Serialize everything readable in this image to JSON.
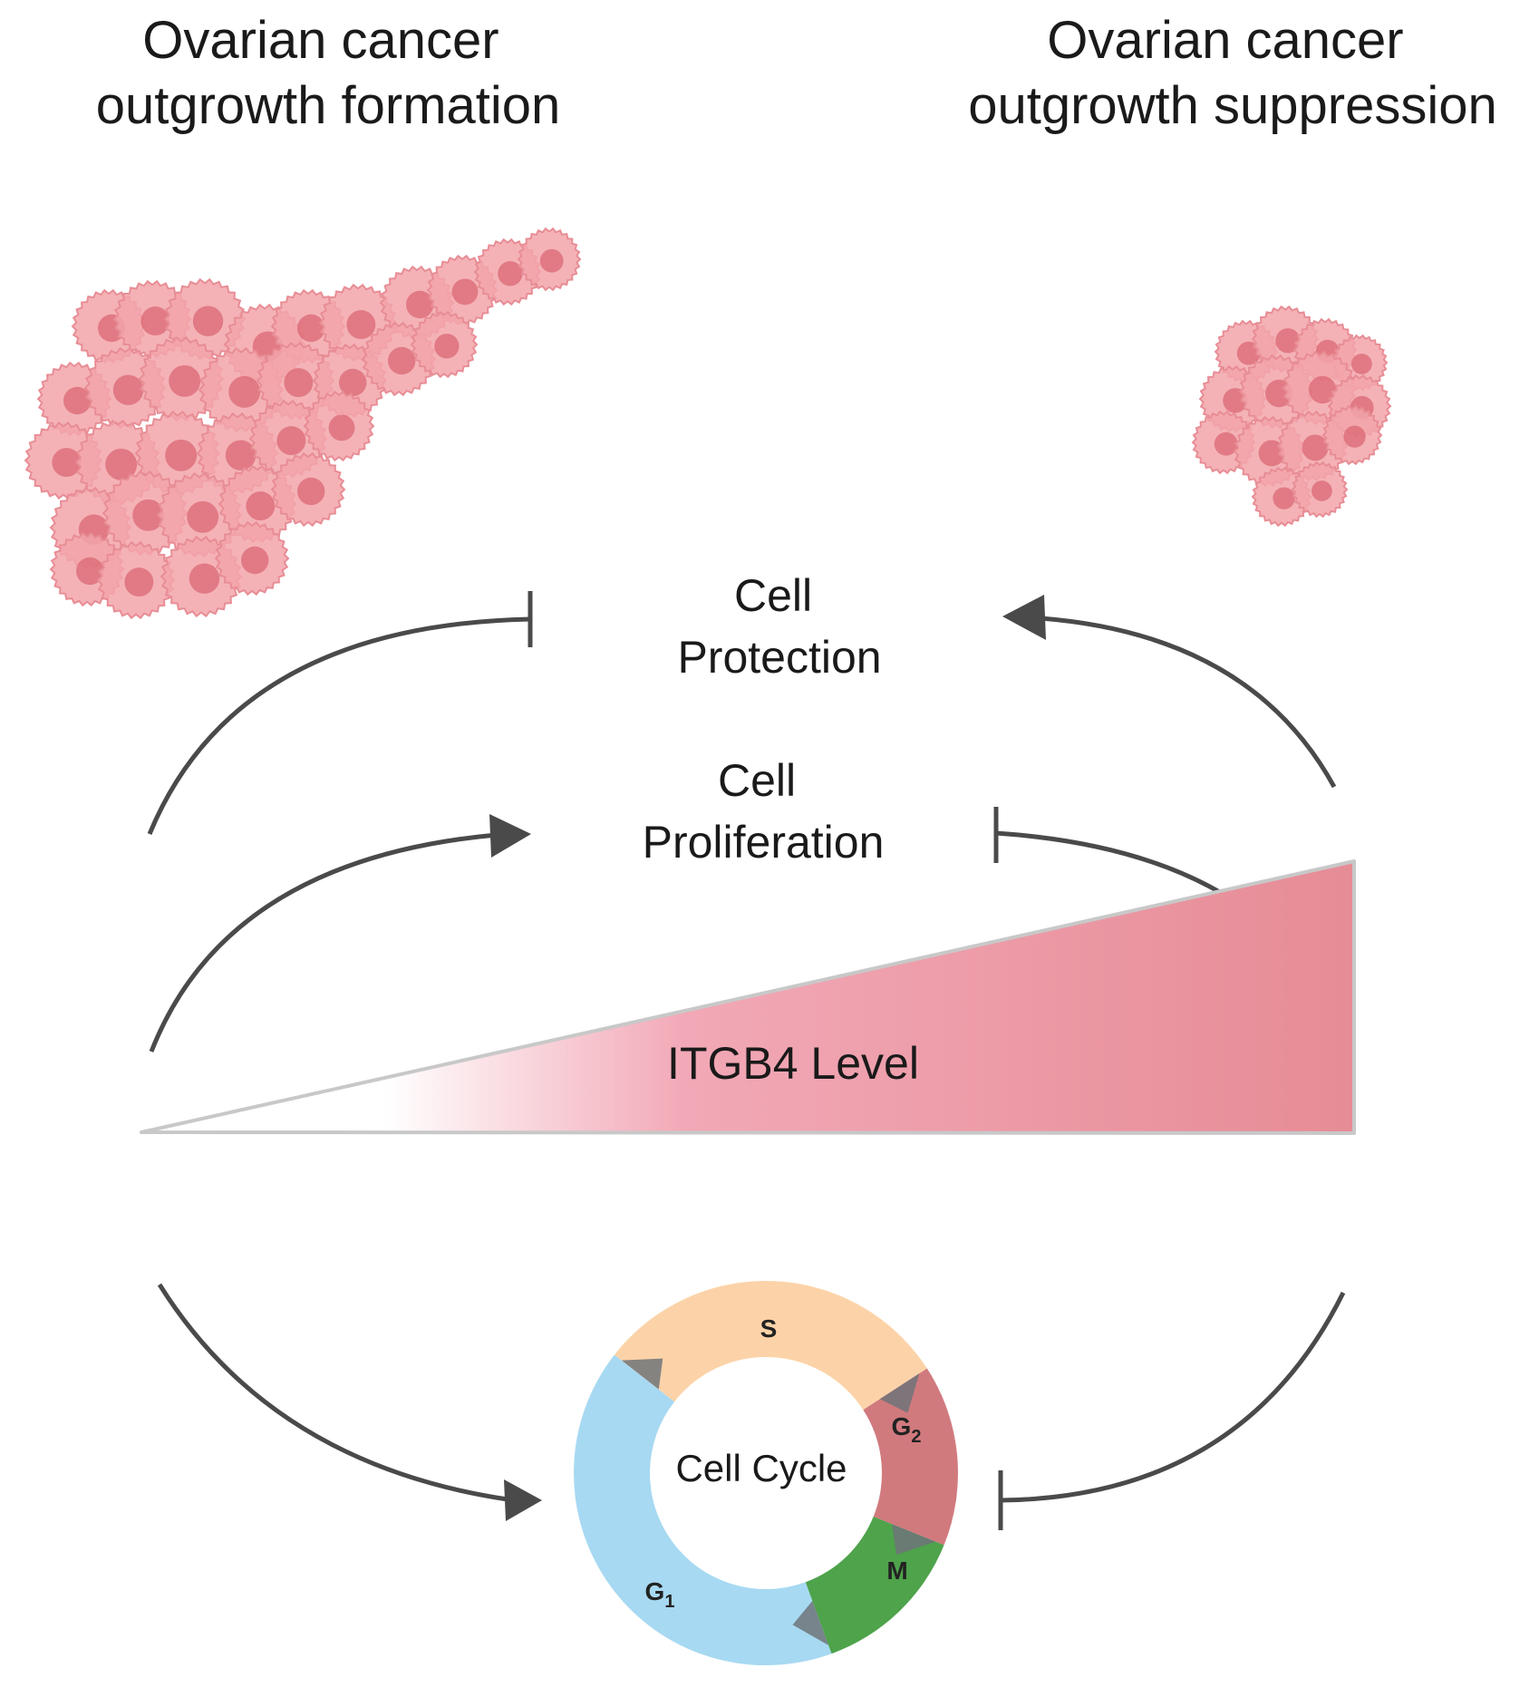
{
  "titles": {
    "left": [
      "Ovarian cancer",
      "outgrowth formation"
    ],
    "right": [
      "Ovarian cancer",
      "outgrowth suppression"
    ]
  },
  "processes": {
    "protection": [
      "Cell",
      "Protection"
    ],
    "proliferation": [
      "Cell",
      "Proliferation"
    ]
  },
  "gradient": {
    "label": "ITGB4 Level",
    "color_low": "#ffffff",
    "color_high": "#e68c96"
  },
  "cell_cycle": {
    "center_label": "Cell Cycle",
    "phases": [
      {
        "id": "g1",
        "main": "G",
        "sub": "1",
        "color": "#a7d9f2"
      },
      {
        "id": "s",
        "main": "S",
        "sub": "",
        "color": "#fcd3a8"
      },
      {
        "id": "g2",
        "main": "G",
        "sub": "2",
        "color": "#d17a7e"
      },
      {
        "id": "m",
        "main": "M",
        "sub": "",
        "color": "#4ea34b"
      }
    ]
  },
  "colors": {
    "cell_fill": "#f2a5aa",
    "cell_edge": "#e88d95",
    "nucleus": "#d9636e",
    "arrow": "#4a4a4a"
  }
}
